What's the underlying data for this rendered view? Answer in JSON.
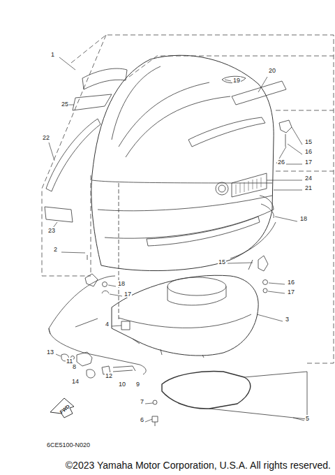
{
  "diagram": {
    "caption": "©2023 Yamaha Motor Corporation, U.S.A. All rights reserved.",
    "labels": [
      "1",
      "25",
      "19",
      "20",
      "22",
      "15",
      "16",
      "26",
      "17",
      "24",
      "21",
      "18",
      "2",
      "23",
      "15",
      "16",
      "17",
      "18",
      "17",
      "4",
      "3",
      "13",
      "11",
      "8",
      "14",
      "12",
      "10",
      "9",
      "7",
      "6",
      "5",
      "FWD",
      "6CE5100-N020"
    ]
  }
}
